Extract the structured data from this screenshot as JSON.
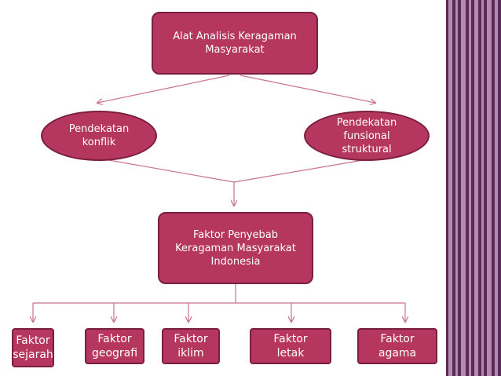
{
  "diagram": {
    "root": "Alat Analisis Keragaman\nMasyarakat",
    "left_approach": "Pendekatan\nkonflik",
    "right_approach": "Pendekatan\nfunsional\nstruktural",
    "center": "Faktor Penyebab\nKeragaman Masyarakat\nIndonesia",
    "factors": [
      "Faktor\nsejarah",
      "Faktor\ngeografi",
      "Faktor\niklim",
      "Faktor\nletak",
      "Faktor\nagama"
    ]
  },
  "colors": {
    "node_fill": "#b5365f",
    "node_border": "#7a1f3d",
    "connector": "#c9728f",
    "stripe_dark": "#5b2a57",
    "stripe_light": "#b18cb0"
  }
}
